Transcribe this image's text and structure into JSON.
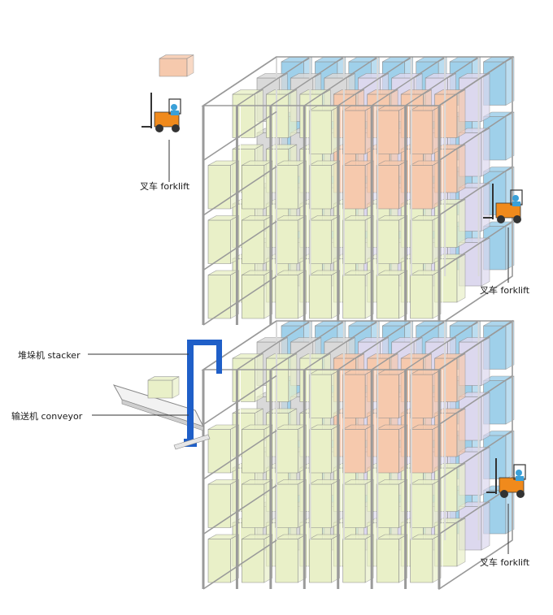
{
  "diagrams": [
    {
      "id": "drive-in-rack",
      "labels": [
        {
          "key": "forklift_left",
          "text": "叉车 forklift"
        },
        {
          "key": "forklift_right",
          "text": "叉车 forklift"
        }
      ]
    },
    {
      "id": "stacker-rack",
      "labels": [
        {
          "key": "stacker",
          "text": "堆垛机 stacker"
        },
        {
          "key": "conveyor",
          "text": "输送机 conveyor"
        },
        {
          "key": "forklift",
          "text": "叉车 forklift"
        }
      ]
    }
  ],
  "colors": {
    "frame": "#9a9a9a",
    "frame_light": "#d9d9d9",
    "pallet_green": "#e9f0c8",
    "pallet_orange": "#f6c9ad",
    "pallet_lilac": "#dcd8ee",
    "pallet_blue": "#9fd0ea",
    "forklift_orange": "#f08a1c",
    "forklift_blue": "#3aa0d8",
    "stacker_blue": "#1f5fc8"
  }
}
